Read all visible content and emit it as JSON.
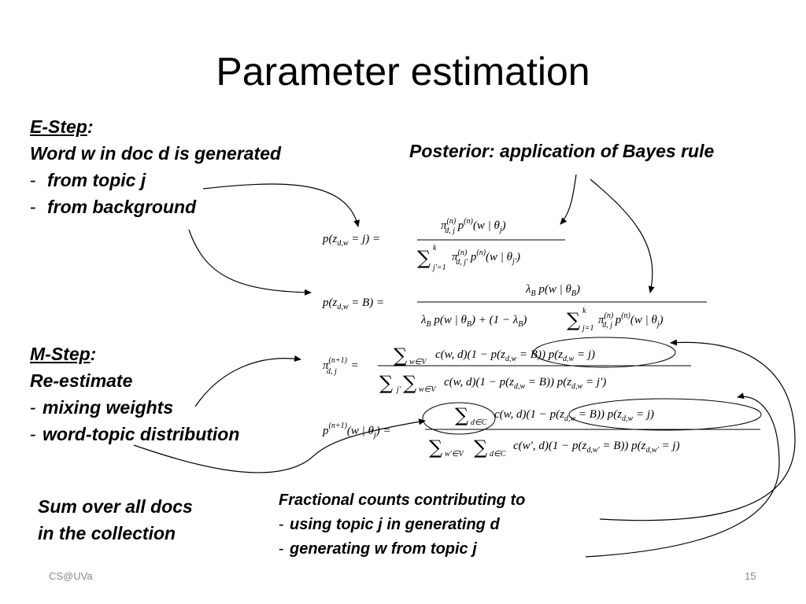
{
  "slide_title": "Parameter estimation",
  "estep": {
    "heading": "E-Step",
    "heading_colon": ":",
    "line1": "Word w in doc d is generated",
    "item1": "from topic j",
    "item2": "from background"
  },
  "posterior_label": "Posterior: application of Bayes rule",
  "mstep": {
    "heading": "M-Step",
    "heading_colon": ":",
    "line1": "Re-estimate",
    "item1": "mixing weights",
    "item2": "word-topic distribution"
  },
  "sum_docs": {
    "line1": "Sum over all docs",
    "line2": "in the collection"
  },
  "fractional": {
    "line1": "Fractional counts contributing to",
    "item1": "using topic j in generating d",
    "item2": "generating w from topic j"
  },
  "footer": {
    "left": "CS@UVa",
    "page": "15"
  }
}
